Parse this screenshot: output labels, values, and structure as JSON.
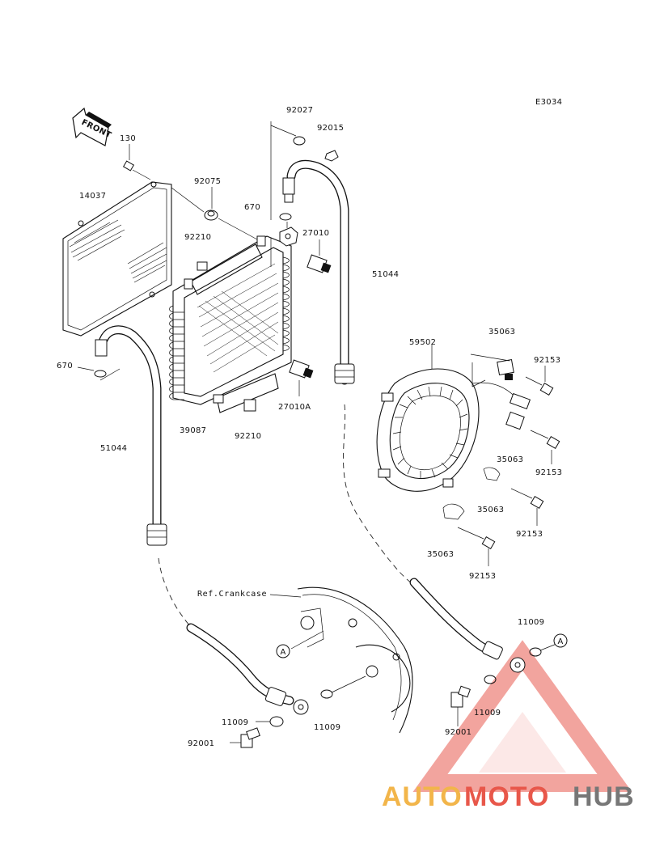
{
  "diagram": {
    "code": "E3034",
    "front_label": "FRONT",
    "ref_crankcase": "Ref.Crankcase",
    "circle_marker": "A",
    "part_numbers": {
      "p130": "130",
      "p14037": "14037",
      "p92075": "92075",
      "p92210_top": "92210",
      "p92027": "92027",
      "p92015": "92015",
      "p670_top": "670",
      "p27010": "27010",
      "p51044_right": "51044",
      "p670_left": "670",
      "p27010A": "27010A",
      "p39087": "39087",
      "p92210_bottom": "92210",
      "p51044_left": "51044",
      "p59502": "59502",
      "p35063_top": "35063",
      "p92153_a": "92153",
      "p35063_mid": "35063",
      "p92153_b": "92153",
      "p35063_lower": "35063",
      "p92153_c": "92153",
      "p35063_bottom": "35063",
      "p92153_d": "92153",
      "p11009_right_top": "11009",
      "p11009_right": "11009",
      "p92001_right": "92001",
      "p11009_left": "11009",
      "p11009_mid": "11009",
      "p92001_left": "92001"
    }
  },
  "watermark": {
    "text_auto": "AUTO",
    "text_moto": "MOTO",
    "text_hub": "HUB",
    "colors": {
      "auto": "#f2b54a",
      "moto": "#e8574a",
      "hub": "#777777",
      "triangle": "#e85a50"
    }
  }
}
